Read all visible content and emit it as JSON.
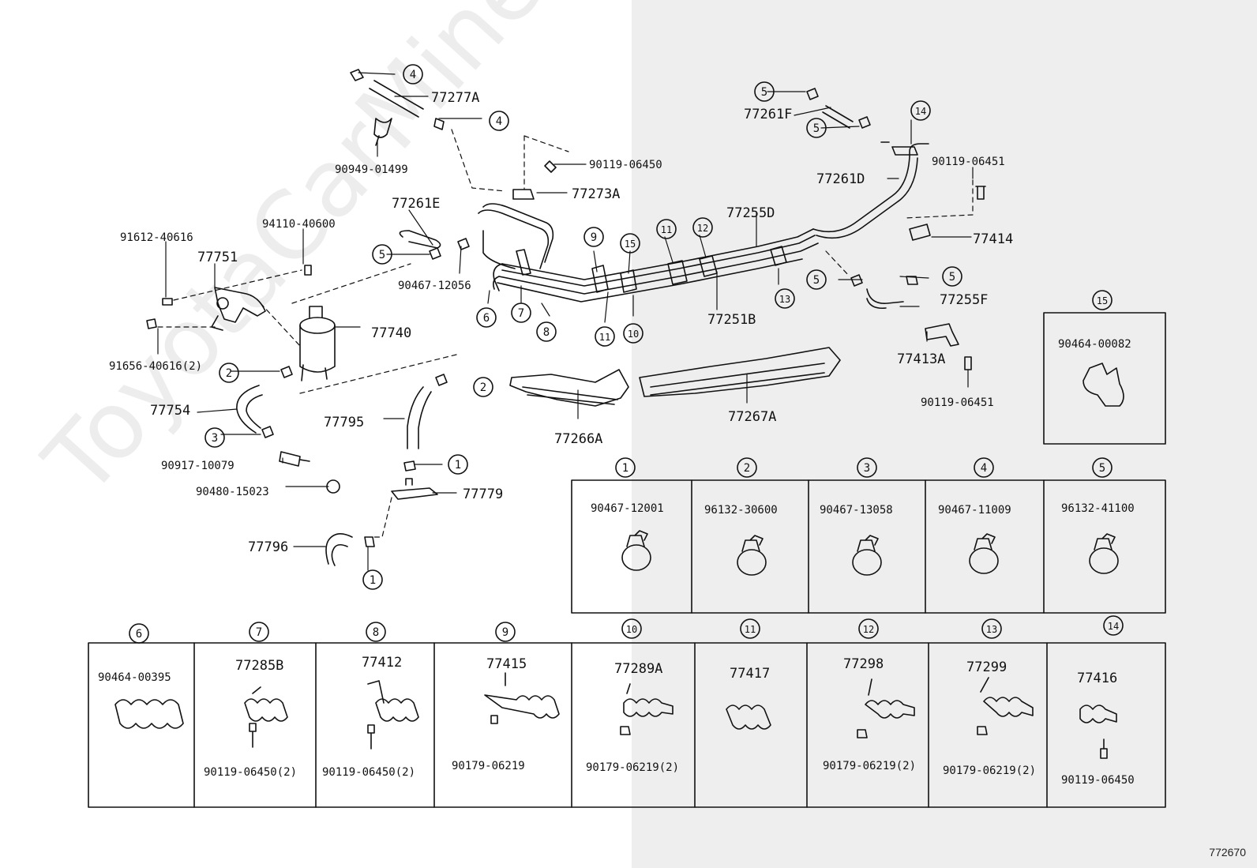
{
  "parts": {
    "p77277A": "77277A",
    "p90949_01499": "90949-01499",
    "p90119_06450": "90119-06450",
    "p77273A": "77273A",
    "p77261E": "77261E",
    "p94110_40600": "94110-40600",
    "p91612_40616": "91612-40616",
    "p77751": "77751",
    "p90467_12056": "90467-12056",
    "p77740": "77740",
    "p91656_40616": "91656-40616(2)",
    "p77754": "77754",
    "p77795": "77795",
    "p90917_10079": "90917-10079",
    "p90480_15023": "90480-15023",
    "p77779": "77779",
    "p77796": "77796",
    "p77266A": "77266A",
    "p77267A": "77267A",
    "p77255D": "77255D",
    "p77251B": "77251B",
    "p77261F": "77261F",
    "p77261D": "77261D",
    "p90119_06451a": "90119-06451",
    "p77414": "77414",
    "p77255F": "77255F",
    "p77413A": "77413A",
    "p90119_06451b": "90119-06451"
  },
  "callouts": {
    "n1": "1",
    "n2": "2",
    "n3": "3",
    "n4": "4",
    "n5": "5",
    "n6": "6",
    "n7": "7",
    "n8": "8",
    "n9": "9",
    "n10": "10",
    "n11": "11",
    "n12": "12",
    "n13": "13",
    "n14": "14",
    "n15": "15"
  },
  "detail_boxes": {
    "b15": {
      "num": "15",
      "part": "90464-00082"
    },
    "b1": {
      "num": "1",
      "part": "90467-12001"
    },
    "b2": {
      "num": "2",
      "part": "96132-30600"
    },
    "b3": {
      "num": "3",
      "part": "90467-13058"
    },
    "b4": {
      "num": "4",
      "part": "90467-11009"
    },
    "b5": {
      "num": "5",
      "part": "96132-41100"
    },
    "b6": {
      "num": "6",
      "part": "90464-00395"
    },
    "b7": {
      "num": "7",
      "part": "77285B",
      "sub": "90119-06450(2)"
    },
    "b8": {
      "num": "8",
      "part": "77412",
      "sub": "90119-06450(2)"
    },
    "b9": {
      "num": "9",
      "part": "77415",
      "sub": "90179-06219"
    },
    "b10": {
      "num": "10",
      "part": "77289A",
      "sub": "90179-06219(2)"
    },
    "b11": {
      "num": "11",
      "part": "77417"
    },
    "b12": {
      "num": "12",
      "part": "77298",
      "sub": "90179-06219(2)"
    },
    "b13": {
      "num": "13",
      "part": "77299",
      "sub": "90179-06219(2)"
    },
    "b14": {
      "num": "14",
      "part": "77416",
      "sub": "90119-06450"
    }
  },
  "watermark": "ToyotaCarMine.ru",
  "diagram_ref": "772670"
}
